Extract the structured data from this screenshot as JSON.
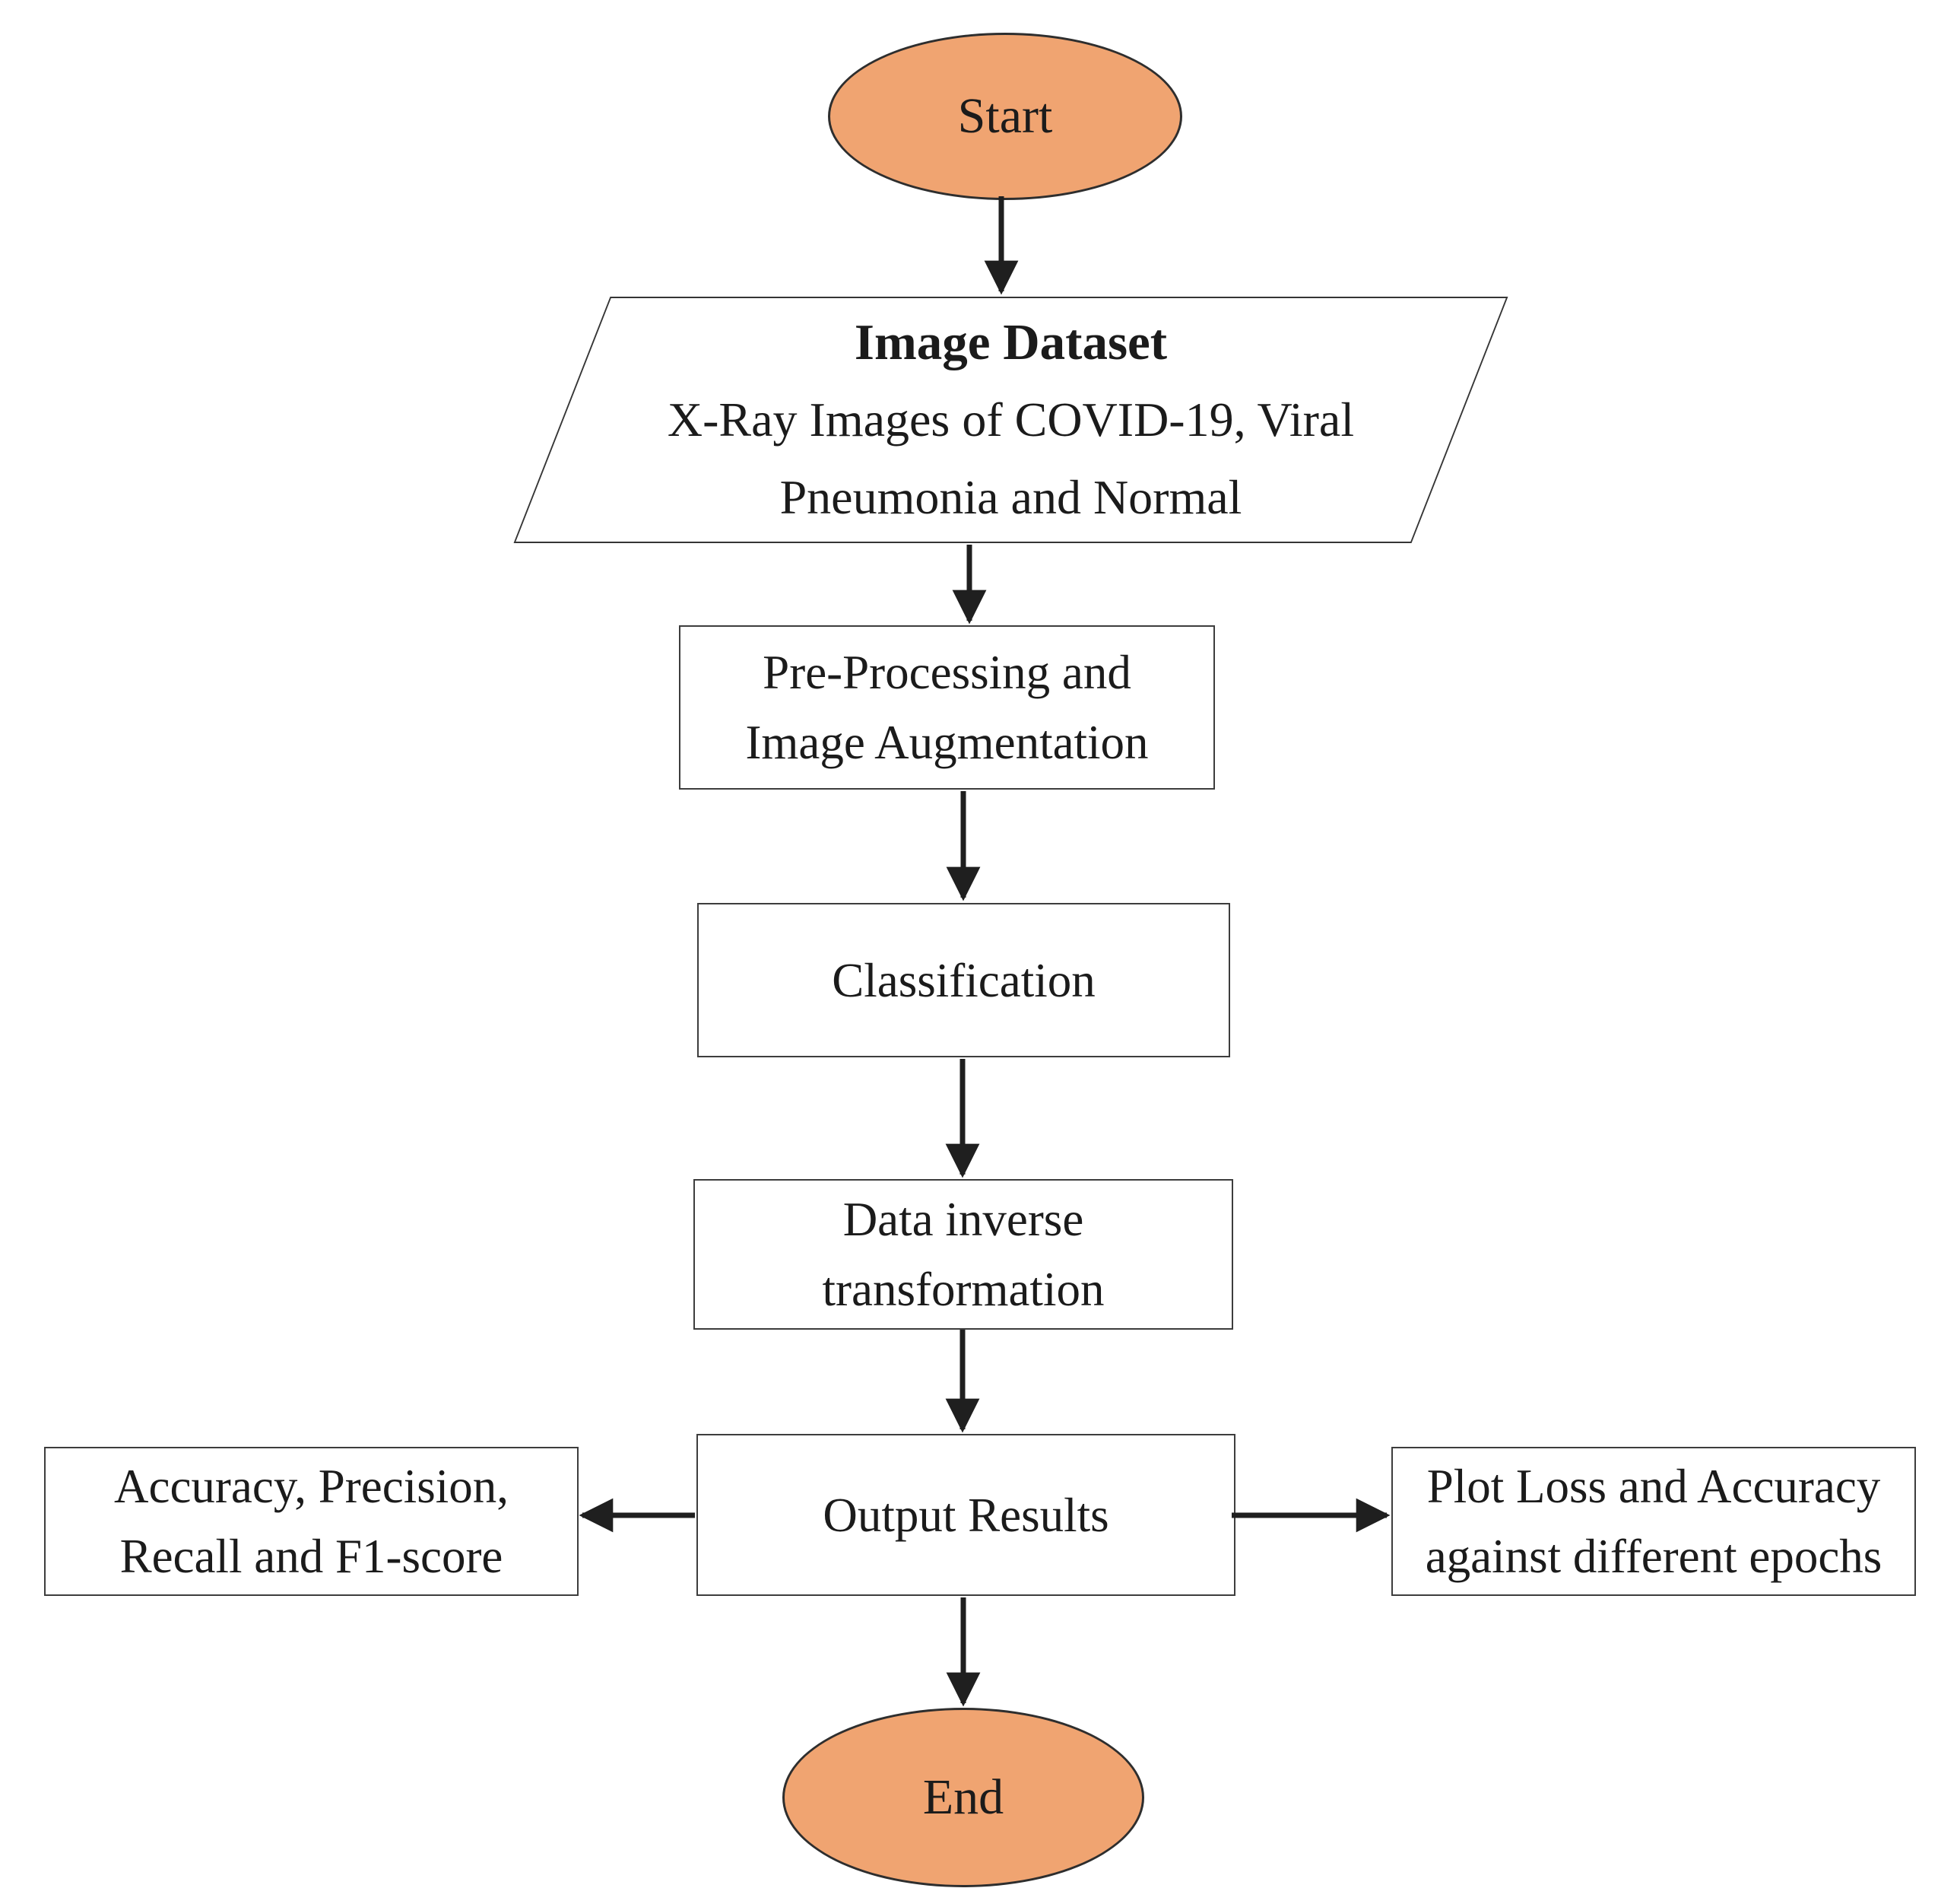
{
  "diagram": {
    "type": "flowchart",
    "background": "#ffffff",
    "colors": {
      "terminator_fill": "#F0A471",
      "terminator_border": "#2e2e2e",
      "process_border": "#3d3d3d",
      "arrow": "#1f1f1f",
      "text": "#1b1b1b"
    },
    "nodes": {
      "start": {
        "shape": "ellipse",
        "label": "Start"
      },
      "image_dataset": {
        "shape": "parallelogram",
        "title": "Image Dataset",
        "lines": [
          "X-Ray Images of COVID-19, Viral",
          "Pneumonia and Normal"
        ]
      },
      "preprocessing": {
        "shape": "rectangle",
        "lines": [
          "Pre-Processing and",
          "Image Augmentation"
        ]
      },
      "classification": {
        "shape": "rectangle",
        "lines": [
          "Classification"
        ]
      },
      "inverse_transformation": {
        "shape": "rectangle",
        "lines": [
          "Data inverse",
          "transformation"
        ]
      },
      "output_results": {
        "shape": "rectangle",
        "lines": [
          "Output Results"
        ]
      },
      "metrics": {
        "shape": "rectangle",
        "lines": [
          "Accuracy, Precision,",
          "Recall and F1-score"
        ]
      },
      "plot": {
        "shape": "rectangle",
        "lines": [
          "Plot Loss and Accuracy",
          "against different epochs"
        ]
      },
      "end": {
        "shape": "ellipse",
        "label": "End"
      }
    },
    "edges": [
      {
        "from": "start",
        "to": "image_dataset"
      },
      {
        "from": "image_dataset",
        "to": "preprocessing"
      },
      {
        "from": "preprocessing",
        "to": "classification"
      },
      {
        "from": "classification",
        "to": "inverse_transformation"
      },
      {
        "from": "inverse_transformation",
        "to": "output_results"
      },
      {
        "from": "output_results",
        "to": "metrics"
      },
      {
        "from": "output_results",
        "to": "plot"
      },
      {
        "from": "output_results",
        "to": "end"
      }
    ]
  }
}
